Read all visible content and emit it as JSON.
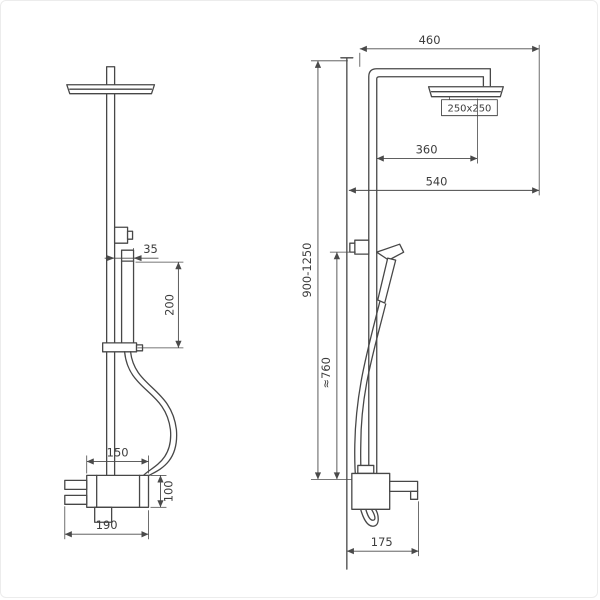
{
  "colors": {
    "background": "#ffffff",
    "line": "#474747"
  },
  "views": {
    "front": {
      "dims": {
        "handshower_offset": "35",
        "handshower_length": "200",
        "mixer_width": "150",
        "mixer_height": "100",
        "mixer_total_width": "190"
      }
    },
    "side": {
      "dims": {
        "arm_reach": "460",
        "head_size": "250x250",
        "head_center_offset": "360",
        "total_depth": "540",
        "column_height": "900-1250",
        "handshower_height": "≈760",
        "spout_reach": "175"
      }
    }
  }
}
